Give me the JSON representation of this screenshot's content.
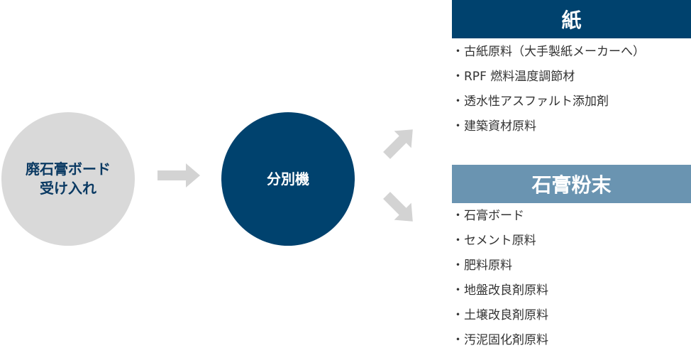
{
  "input_label": [
    "廃石膏ボード",
    "受け入れ"
  ],
  "process_label": "分別機",
  "outputs": [
    {
      "title": "紙",
      "items": [
        "古紙原料（大手製紙メーカーへ）",
        "RPF 燃料温度調節材",
        "透水性アスファルト添加剤",
        "建築資材原料"
      ]
    },
    {
      "title": "石膏粉末",
      "items": [
        "石膏ボード",
        "セメント原料",
        "肥料原料",
        "地盤改良剤原料",
        "土壌改良剤原料",
        "汚泥固化剤原料"
      ]
    }
  ],
  "colors": {
    "primary": "#00426e",
    "secondary": "#6a94b1",
    "input": "#d9d9d9",
    "arrow": "#d3d3d3"
  }
}
